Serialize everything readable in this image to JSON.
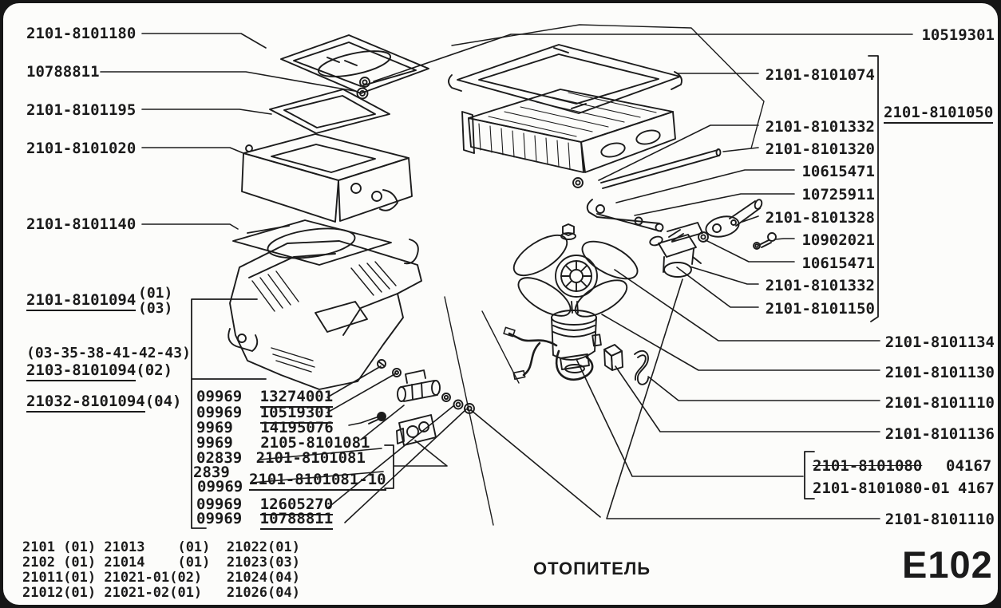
{
  "page": {
    "title": "ОТОПИТЕЛЬ",
    "code": "E102"
  },
  "left_labels": [
    {
      "text": "2101-8101180"
    },
    {
      "text": "10788811"
    },
    {
      "text": "2101-8101195"
    },
    {
      "text": "2101-8101020"
    },
    {
      "text": "2101-8101140"
    }
  ],
  "groups": {
    "g1": {
      "num": "2101-8101094",
      "v1": "(01)",
      "v2": "(03)"
    },
    "g2": {
      "pre": "(03-35-38-41-42-43)",
      "num": "2103-8101094",
      "suf": "(02)"
    },
    "g3": {
      "num": "21032-8101094",
      "suf": "(04)"
    }
  },
  "parts_list": [
    {
      "code": "09969",
      "number": "13274001"
    },
    {
      "code": "09969",
      "number": "10519301"
    },
    {
      "code": "9969",
      "number": "14195076"
    },
    {
      "code": "9969",
      "number": "2105-8101081"
    },
    {
      "code": "02839",
      "number": "2101-8101081"
    },
    {
      "code": "2839",
      "number": ""
    },
    {
      "code": "09969",
      "number": "2101-8101081-10"
    },
    {
      "code": "09969",
      "number": "12605270"
    },
    {
      "code": "09969",
      "number": "10788811"
    }
  ],
  "right": {
    "top_label": "10519301",
    "seal_label": "2101-8101074",
    "assembly_label": "2101-8101050",
    "bracket_items": [
      {
        "text": "2101-8101332"
      },
      {
        "text": "2101-8101320"
      },
      {
        "text": "10615471"
      },
      {
        "text": "10725911"
      },
      {
        "text": "2101-8101328"
      },
      {
        "text": "10902021"
      },
      {
        "text": "10615471"
      },
      {
        "text": "2101-8101332"
      },
      {
        "text": "2101-8101150"
      }
    ],
    "lower_items": [
      {
        "text": "2101-8101134"
      },
      {
        "text": "2101-8101130"
      },
      {
        "text": "2101-8101110"
      },
      {
        "text": "2101-8101136"
      }
    ],
    "variants": {
      "r1_num": "2101-8101080",
      "r1_code": "04167",
      "r2_num": "2101-8101080-01",
      "r2_code": "4167"
    },
    "bottom_label": "2101-8101110"
  },
  "applicability": {
    "rows": [
      {
        "text": "2101 (01) 21013    (01)  21022(01)"
      },
      {
        "text": "2102 (01) 21014    (01)  21023(03)"
      },
      {
        "text": "21011(01) 21021-01(02)   21024(04)"
      },
      {
        "text": "21012(01) 21021-02(01)   21026(04)"
      }
    ]
  }
}
